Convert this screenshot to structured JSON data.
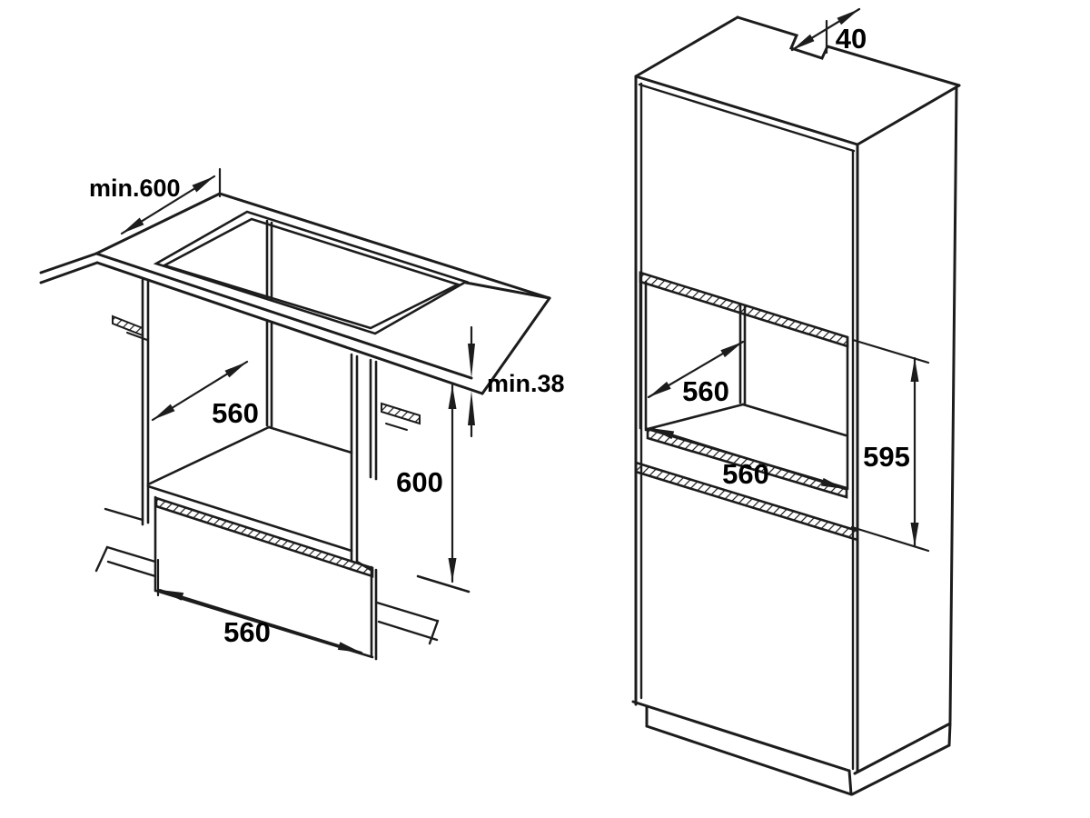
{
  "figure": {
    "type": "installation-dimension-diagram",
    "background": "#ffffff",
    "line_color": "#1c1c1c",
    "text_color": "#000000"
  },
  "left_diagram": {
    "dimensions": {
      "worktop_depth": "min.600",
      "cavity_depth": "560",
      "cavity_height": "600",
      "worktop_thickness": "min.38",
      "cavity_width": "560"
    }
  },
  "right_diagram": {
    "dimensions": {
      "rear_gap": "40",
      "niche_depth": "560",
      "niche_width": "560",
      "niche_height": "595"
    }
  }
}
